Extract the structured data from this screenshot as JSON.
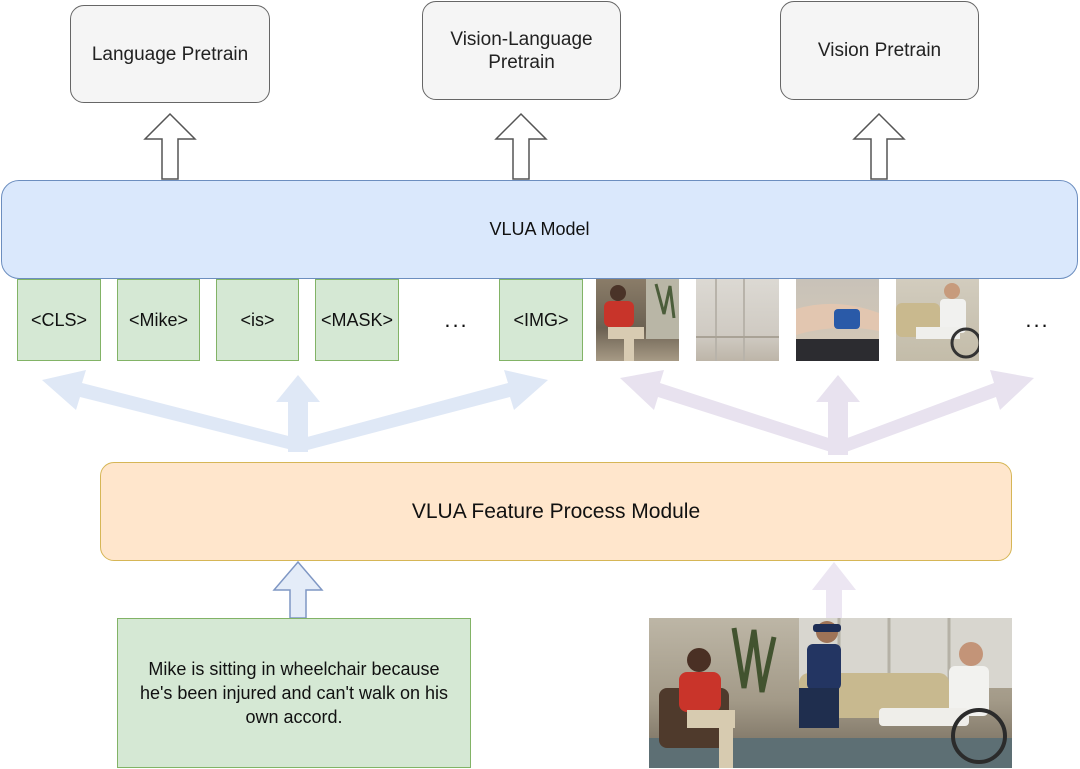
{
  "pretrain": {
    "language": "Language Pretrain",
    "vision_language": "Vision-Language\nPretrain",
    "vision": "Vision Pretrain"
  },
  "model_label": "VLUA Model",
  "tokens": [
    "<CLS>",
    "<Mike>",
    "<is>",
    "<MASK>",
    "...",
    "<IMG>"
  ],
  "image_ellipsis": "...",
  "feature_module": "VLUA Feature Process Module",
  "caption": "Mike is sitting in wheelchair because he's been injured and can't  walk on his own accord.",
  "colors": {
    "model_fill": "#dae8fc",
    "model_border": "#6c8ebf",
    "token_fill": "#d5e8d4",
    "token_border": "#82b366",
    "feature_fill": "#ffe6cc",
    "feature_border": "#d6b656",
    "pretrain_fill": "#f5f5f5",
    "text_arrow": "#dbe6f7",
    "image_arrow": "#e7e0ef"
  }
}
